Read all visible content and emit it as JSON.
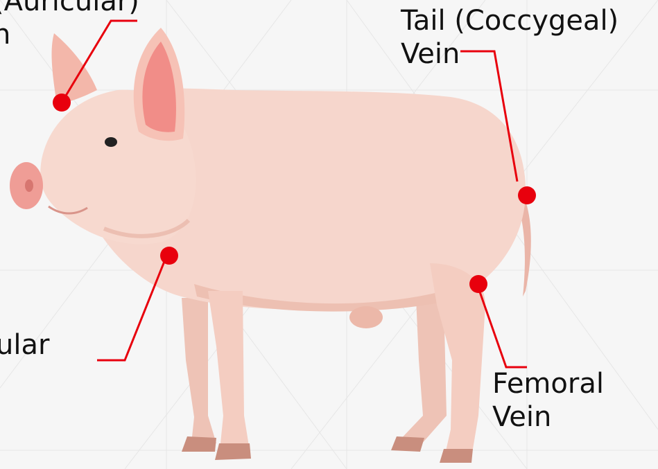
{
  "labels": {
    "ear": [
      "(Auricular)",
      "n"
    ],
    "tail": [
      "Tail (Coccygeal)",
      "Vein"
    ],
    "jugular": [
      "ular"
    ],
    "femoral": [
      "Femoral",
      "Vein"
    ]
  },
  "colors": {
    "marker": "#e8000d",
    "pig_body": "#f6d6cc",
    "pig_shadow": "#e9b9ab",
    "ear_inner": "#f18d88",
    "snout": "#ef9d96",
    "background": "#f6f6f6",
    "grid": "#e6e6e6"
  }
}
